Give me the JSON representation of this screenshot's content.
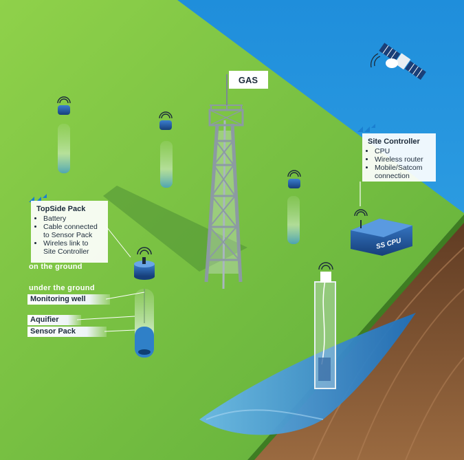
{
  "gas_flag": {
    "label": "GAS"
  },
  "site_controller": {
    "title": "Site Controller",
    "items": [
      "CPU",
      "Wireless router",
      "Mobile/Satcom connection"
    ],
    "unit_label": "SS CPU"
  },
  "topside_pack": {
    "title": "TopSide Pack",
    "items": [
      "Battery",
      "Cable connected to Sensor Pack",
      "Wireles link to Site Controller"
    ]
  },
  "labels": {
    "on_ground": "on the ground",
    "under_ground": "under the ground",
    "monitoring_well": "Monitoring well",
    "aquifier": "Aquifier",
    "sensor_pack": "Sensor Pack"
  },
  "colors": {
    "sky": "#2f9be0",
    "grass": "#8cc63f",
    "soil": "#7a4a2a",
    "water": "#2d86c8",
    "unit_blue": "#1f5fa8"
  },
  "icons": [
    "satellite-icon",
    "wireless-signal-icon",
    "derrick-icon"
  ]
}
